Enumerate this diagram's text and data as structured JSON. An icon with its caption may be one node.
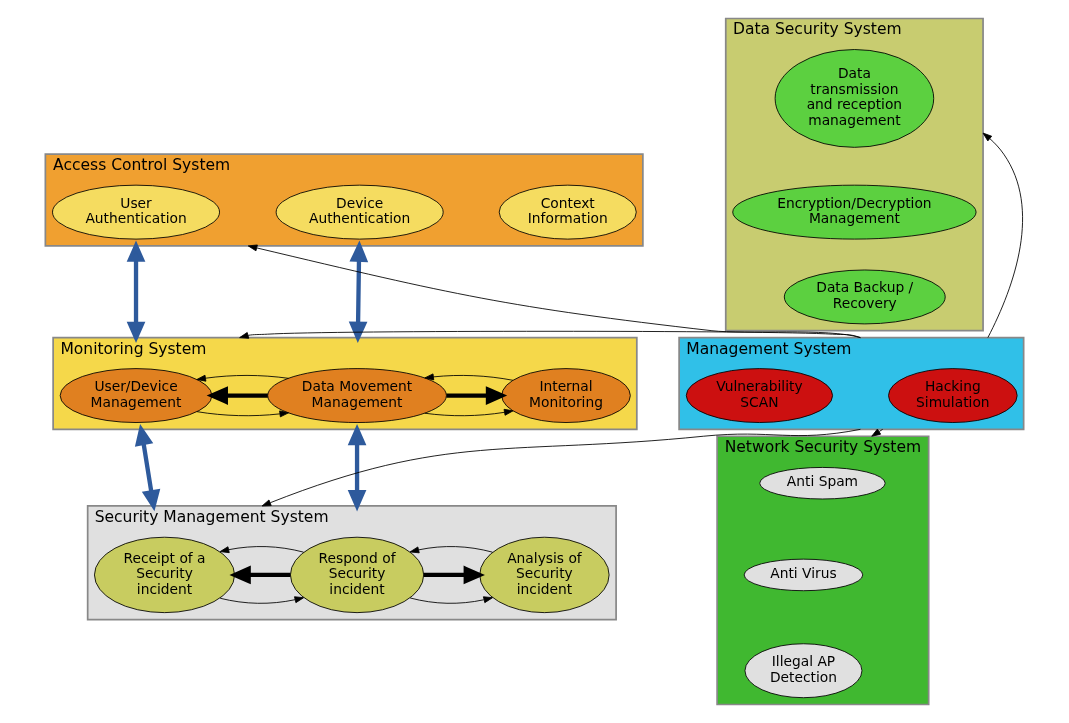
{
  "diagram": {
    "nodes": [
      {
        "text": [
          "Access Control System"
        ]
      },
      {
        "text": [
          "User Authentication"
        ],
        "in": 0
      },
      {
        "text": [
          "Device Authentication"
        ],
        "in": 0
      },
      {
        "text": [
          "Context Information"
        ],
        "in": 0
      },
      {
        "text": [
          "Monitoring System"
        ]
      },
      {
        "text": [
          "User/Device Management"
        ],
        "in": 4
      },
      {
        "text": [
          "Data Movement Management"
        ],
        "in": 4
      },
      {
        "text": [
          "Internal Monitoring"
        ],
        "in": 4
      },
      {
        "text": [
          "Security Management System"
        ]
      },
      {
        "text": [
          "Receipt of a Security incident"
        ],
        "in": 8
      },
      {
        "text": [
          "Respond of Security incident"
        ],
        "in": 8
      },
      {
        "text": [
          "Analysis of Security incident"
        ],
        "in": 8
      },
      {
        "text": [
          "Data Security System"
        ]
      },
      {
        "text": [
          "Data transmission and reception management"
        ],
        "in": 12
      },
      {
        "text": [
          "Encryption/Decryption Management"
        ],
        "in": 12
      },
      {
        "text": [
          "Data Backup / Recovery"
        ],
        "in": 12
      },
      {
        "text": [
          "Management System"
        ]
      },
      {
        "text": [
          "Hacking Simulation"
        ],
        "in": 16
      },
      {
        "text": [
          "Vulnerability SCAN"
        ],
        "in": 16
      },
      {
        "text": [
          "Network Security System"
        ]
      },
      {
        "text": [
          "Anti Spam"
        ],
        "in": 19
      },
      {
        "text": [
          "Anti Virus"
        ],
        "in": 19
      },
      {
        "text": [
          "Illegal AP Detection"
        ],
        "in": 19
      }
    ],
    "edges": [
      {
        "from": 0,
        "to": 4,
        "arrow": "both",
        "style": "thick",
        "color": "#2e5a9c"
      },
      {
        "from": 0,
        "to": 4,
        "arrow": "both",
        "style": "thick",
        "color": "#2e5a9c"
      },
      {
        "from": 4,
        "to": 8,
        "arrow": "both",
        "style": "thick",
        "color": "#2e5a9c"
      },
      {
        "from": 4,
        "to": 8,
        "arrow": "both",
        "style": "thick",
        "color": "#2e5a9c"
      },
      {
        "from": 5,
        "to": 6,
        "arrow": "to"
      },
      {
        "from": 6,
        "to": 5,
        "arrow": "to",
        "style": "thick"
      },
      {
        "from": 6,
        "to": 5,
        "arrow": "to"
      },
      {
        "from": 6,
        "to": 7,
        "arrow": "to"
      },
      {
        "from": 6,
        "to": 7,
        "arrow": "to",
        "style": "thick"
      },
      {
        "from": 7,
        "to": 6,
        "arrow": "to"
      },
      {
        "from": 9,
        "to": 10,
        "arrow": "to"
      },
      {
        "from": 10,
        "to": 9,
        "arrow": "to",
        "style": "thick"
      },
      {
        "from": 10,
        "to": 9,
        "arrow": "to"
      },
      {
        "from": 10,
        "to": 11,
        "arrow": "to"
      },
      {
        "from": 10,
        "to": 11,
        "arrow": "to",
        "style": "thick"
      },
      {
        "from": 11,
        "to": 10,
        "arrow": "to"
      },
      {
        "from": 16,
        "to": 0,
        "arrow": "to"
      },
      {
        "from": 16,
        "to": 4,
        "arrow": "to"
      },
      {
        "from": 16,
        "to": 8,
        "arrow": "to"
      },
      {
        "from": 16,
        "to": 12,
        "arrow": "to"
      },
      {
        "from": 16,
        "to": 19,
        "arrow": "to"
      }
    ]
  }
}
